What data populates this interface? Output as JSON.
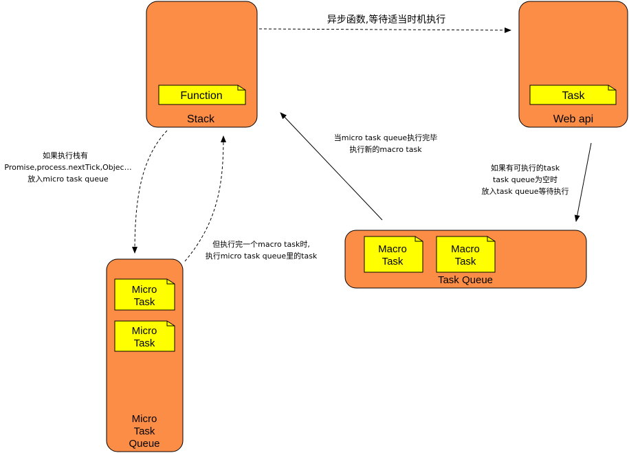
{
  "colors": {
    "box_fill": "#FC8D47",
    "note_fill": "#FFFF00",
    "stroke": "#000000"
  },
  "stack": {
    "label": "Stack",
    "note": "Function"
  },
  "web_api": {
    "label": "Web api",
    "note": "Task"
  },
  "task_queue": {
    "label": "Task Queue",
    "notes": [
      [
        "Macro",
        "Task"
      ],
      [
        "Macro",
        "Task"
      ]
    ]
  },
  "micro_task_queue": {
    "label": [
      "Micro",
      "Task",
      "Queue"
    ],
    "notes": [
      [
        "Micro",
        "Task"
      ],
      [
        "Micro",
        "Task"
      ]
    ]
  },
  "edges": {
    "stack_to_webapi": "异步函数,等待适当时机执行",
    "webapi_to_taskqueue": [
      "如果有可执行的task",
      "task queue为空时",
      "放入task queue等待执行"
    ],
    "taskqueue_to_stack": [
      "当micro task queue执行完毕",
      "执行新的macro task"
    ],
    "stack_to_micro": [
      "如果执行栈有",
      "Promise,process.nextTick,Objec…",
      "放入micro task queue"
    ],
    "micro_to_stack": [
      "但执行完一个macro task时,",
      "执行micro task queue里的task"
    ]
  }
}
